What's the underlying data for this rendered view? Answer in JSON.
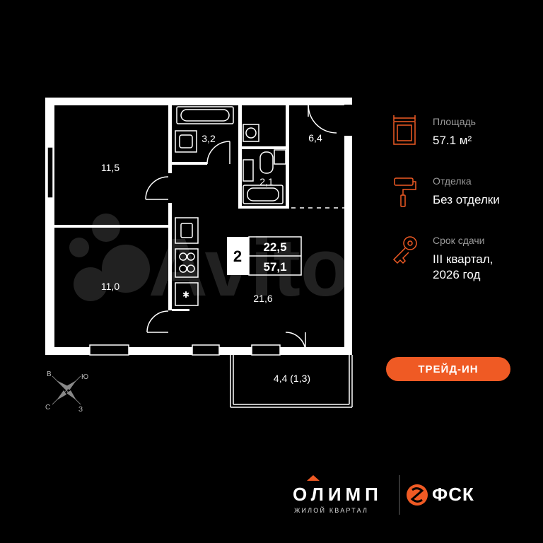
{
  "plan": {
    "rooms": [
      {
        "id": "room-1",
        "area": "11,5"
      },
      {
        "id": "room-2",
        "area": "11,0"
      },
      {
        "id": "bathroom",
        "area": "3,2"
      },
      {
        "id": "hall",
        "area": "6,4"
      },
      {
        "id": "wc",
        "area": "2,1"
      },
      {
        "id": "kitchen-living",
        "area": "21,6"
      },
      {
        "id": "balcony",
        "area": "4,4 (1,3)"
      }
    ],
    "summary": {
      "rooms_count": "2",
      "living_area": "22,5",
      "total_area": "57,1"
    },
    "compass": {
      "n": "В",
      "e": "Ю",
      "s": "З",
      "w": "С"
    }
  },
  "info": {
    "area": {
      "label": "Площадь",
      "value": "57.1 м²"
    },
    "finish": {
      "label": "Отделка",
      "value": "Без отделки"
    },
    "deadline": {
      "label": "Срок сдачи",
      "value_line1": "III квартал,",
      "value_line2": "2026 год"
    }
  },
  "cta": {
    "label": "ТРЕЙД-ИН"
  },
  "brand": {
    "name": "ОЛИМП",
    "subtitle": "ЖИЛОЙ КВАРТАЛ",
    "developer": "ФСК"
  },
  "watermark": "Avito",
  "colors": {
    "accent": "#ef5a24",
    "background": "#000000",
    "wall": "#ffffff",
    "muted": "#9a9a9a"
  },
  "icons": [
    "area-icon",
    "paint-roller-icon",
    "key-icon",
    "compass-icon",
    "olimp-roof-icon",
    "fsk-logo-icon"
  ]
}
